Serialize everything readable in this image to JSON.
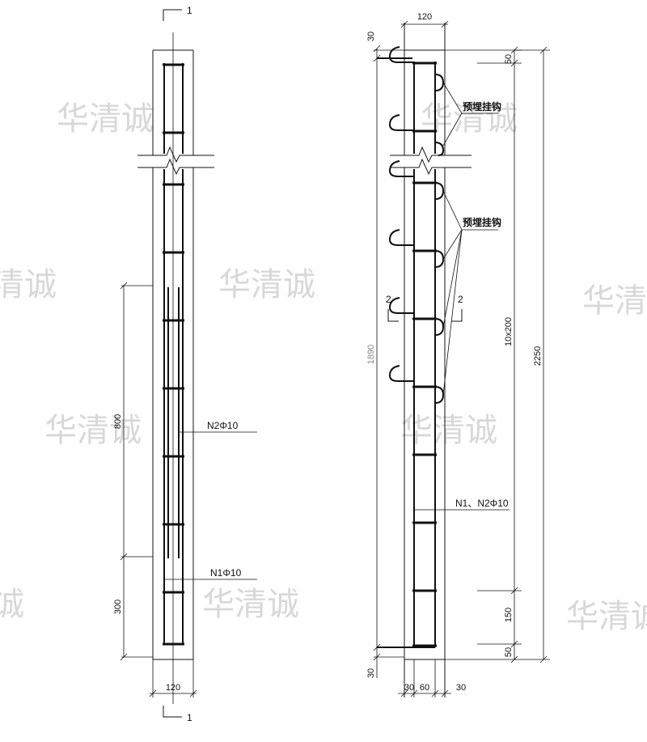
{
  "watermark": "华清诚",
  "section_1_mark": "1",
  "section_2_mark": "2",
  "left_view": {
    "width_label": "120",
    "dim_800": "800",
    "dim_300": "300",
    "callout_n2": "N2Φ10",
    "callout_n1": "N1Φ10"
  },
  "right_view": {
    "width_top": "120",
    "dim_30_top": "30",
    "dim_30_bottom": "30",
    "dim_50_top": "50",
    "dim_50_bottom": "50",
    "dim_10x200": "10x200",
    "dim_150": "150",
    "dim_2250": "2250",
    "dim_1890": "1890",
    "bottom_dims": [
      "30",
      "60",
      "30"
    ],
    "hook_label_1": "预埋挂钩",
    "hook_label_2": "预埋挂钩",
    "callout_n1n2": "N1、N2Φ10"
  }
}
